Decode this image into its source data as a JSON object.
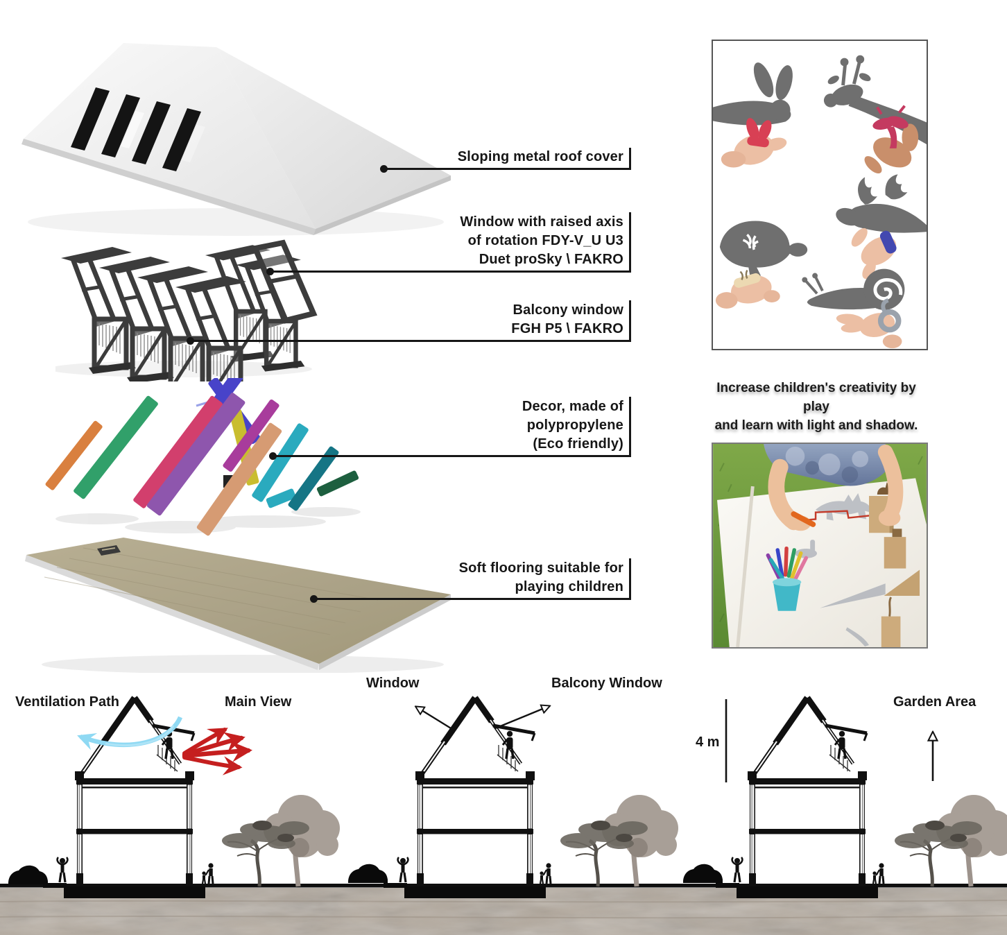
{
  "annotations": [
    {
      "label": "Sloping metal roof cover"
    },
    {
      "label": "Window with raised axis\nof rotation FDY-V_U U3\nDuet proSky \\ FAKRO"
    },
    {
      "label": "Balcony window\nFGH P5 \\ FAKRO"
    },
    {
      "label": "Decor, made of\npolypropylene\n(Eco friendly)"
    },
    {
      "label": "Soft flooring suitable for\nplaying children"
    }
  ],
  "caption": "Increase children's creativity by play\nand learn with light and shadow.",
  "sections": {
    "ventilation_path": "Ventilation Path",
    "main_view": "Main View",
    "window": "Window",
    "balcony_window": "Balcony Window",
    "roof_height": "4 m",
    "garden_area": "Garden Area"
  },
  "colors": {
    "text": "#161616",
    "leader_line": "#161616",
    "ventilation_arrow": "#8fd9f3",
    "main_view_arrow": "#c51f1f",
    "roof_face": "#f1f1f1",
    "window_frame": "#3c3c3c",
    "floor_top": "#b1a88c",
    "ground_texture": "#b3a89b",
    "tree_front": "#6b675f",
    "tree_back": "#a89f97"
  },
  "decor_colors": [
    "#d9803f",
    "#31a06a",
    "#d23f6d",
    "#4843c9",
    "#8e56ad",
    "#c9bd2f",
    "#a83c9c",
    "#d69b73",
    "#2aaabe",
    "#157585",
    "#1d5f3f"
  ]
}
